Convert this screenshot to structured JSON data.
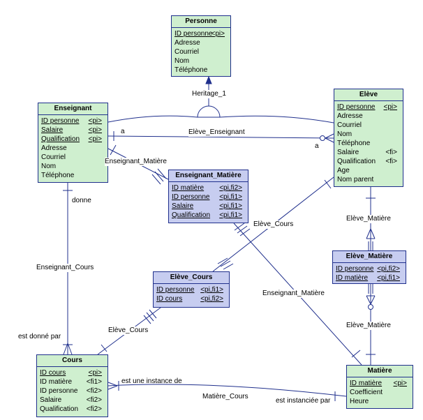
{
  "entities": {
    "personne": {
      "title": "Personne",
      "attrs": [
        {
          "name": "ID personne",
          "key": "<pi>",
          "pk": true
        },
        {
          "name": "Adresse",
          "key": "",
          "pk": false
        },
        {
          "name": "Courriel",
          "key": "",
          "pk": false
        },
        {
          "name": "Nom",
          "key": "",
          "pk": false
        },
        {
          "name": "Téléphone",
          "key": "",
          "pk": false
        }
      ]
    },
    "enseignant": {
      "title": "Enseignant",
      "attrs": [
        {
          "name": "ID personne",
          "key": "<pi>",
          "pk": true
        },
        {
          "name": "Salaire",
          "key": "<pi>",
          "pk": true
        },
        {
          "name": "Qualification",
          "key": "<pi>",
          "pk": true
        },
        {
          "name": "Adresse",
          "key": "",
          "pk": false
        },
        {
          "name": "Courriel",
          "key": "",
          "pk": false
        },
        {
          "name": "Nom",
          "key": "",
          "pk": false
        },
        {
          "name": "Téléphone",
          "key": "",
          "pk": false
        }
      ]
    },
    "eleve": {
      "title": "Elève",
      "attrs": [
        {
          "name": "ID personne",
          "key": "<pi>",
          "pk": true
        },
        {
          "name": "Adresse",
          "key": "",
          "pk": false
        },
        {
          "name": "Courriel",
          "key": "",
          "pk": false
        },
        {
          "name": "Nom",
          "key": "",
          "pk": false
        },
        {
          "name": "Téléphone",
          "key": "",
          "pk": false
        },
        {
          "name": "Salaire",
          "key": "<fi>",
          "pk": false
        },
        {
          "name": "Qualification",
          "key": "<fi>",
          "pk": false
        },
        {
          "name": "Age",
          "key": "",
          "pk": false
        },
        {
          "name": "Nom parent",
          "key": "",
          "pk": false
        }
      ]
    },
    "enseignant_matiere": {
      "title": "Enseignant_Matière",
      "attrs": [
        {
          "name": "ID matière",
          "key": "<pi,fi2>",
          "pk": true
        },
        {
          "name": "ID personne",
          "key": "<pi,fi1>",
          "pk": true
        },
        {
          "name": "Salaire",
          "key": "<pi,fi1>",
          "pk": true
        },
        {
          "name": "Qualification",
          "key": "<pi,fi1>",
          "pk": true
        }
      ]
    },
    "eleve_matiere": {
      "title": "Elève_Matière",
      "attrs": [
        {
          "name": "ID personne",
          "key": "<pi,fi2>",
          "pk": true
        },
        {
          "name": "ID matière",
          "key": "<pi,fi1>",
          "pk": true
        }
      ]
    },
    "eleve_cours": {
      "title": "Elève_Cours",
      "attrs": [
        {
          "name": "ID personne",
          "key": "<pi,fi1>",
          "pk": true
        },
        {
          "name": "ID cours",
          "key": "<pi,fi2>",
          "pk": true
        }
      ]
    },
    "cours": {
      "title": "Cours",
      "attrs": [
        {
          "name": "ID cours",
          "key": "<pi>",
          "pk": true
        },
        {
          "name": "ID matière",
          "key": "<fi1>",
          "pk": false
        },
        {
          "name": "ID personne",
          "key": "<fi2>",
          "pk": false
        },
        {
          "name": "Salaire",
          "key": "<fi2>",
          "pk": false
        },
        {
          "name": "Qualification",
          "key": "<fi2>",
          "pk": false
        }
      ]
    },
    "matiere": {
      "title": "Matière",
      "attrs": [
        {
          "name": "ID matière",
          "key": "<pi>",
          "pk": true
        },
        {
          "name": "Coefficient",
          "key": "",
          "pk": false
        },
        {
          "name": "Heure",
          "key": "",
          "pk": false
        }
      ]
    }
  },
  "labels": {
    "heritage": "Heritage_1",
    "eleve_enseignant": "Elève_Enseignant",
    "a_left": "a",
    "a_right": "a",
    "enseignant_matiere_1": "Enseignant_Matière",
    "donne": "donne",
    "enseignant_cours": "Enseignant_Cours",
    "est_donne_par": "est donné par",
    "eleve_cours_1": "Elève_Cours",
    "eleve_cours_2": "Elève_Cours",
    "enseignant_matiere_2": "Enseignant_Matière",
    "eleve_matiere_1": "Elève_Matière",
    "eleve_matiere_2": "Elève_Matière",
    "est_une_instance_de": "est une instance de",
    "matiere_cours": "Matière_Cours",
    "est_instanciee_par": "est instanciée par"
  }
}
